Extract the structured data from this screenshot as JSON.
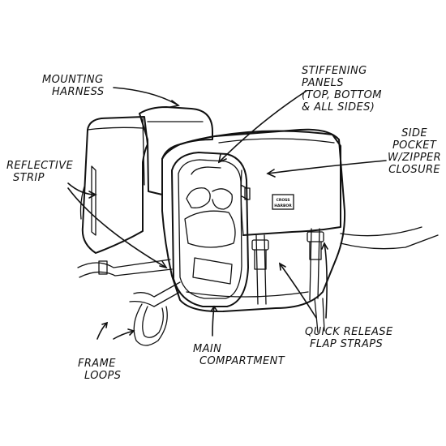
{
  "labels": {
    "mounting_harness": [
      "MOUNTING",
      "HARNESS"
    ],
    "stiffening_panels": [
      "STIFFENING",
      "PANELS",
      "(TOP, BOTTOM",
      "& ALL SIDES)"
    ],
    "side_pocket": [
      "SIDE",
      "POCKET",
      "W/ZIPPER",
      "CLOSURE"
    ],
    "reflective_strip": [
      "REFLECTIVE",
      "STRIP"
    ],
    "frame_loops": [
      "FRAME",
      "LOOPS"
    ],
    "main_compartment": [
      "MAIN",
      "COMPARTMENT"
    ],
    "quick_release": [
      "QUICK RELEASE",
      "FLAP STRAPS"
    ]
  },
  "brand_patch": [
    "CROSS",
    "HARBOR"
  ]
}
